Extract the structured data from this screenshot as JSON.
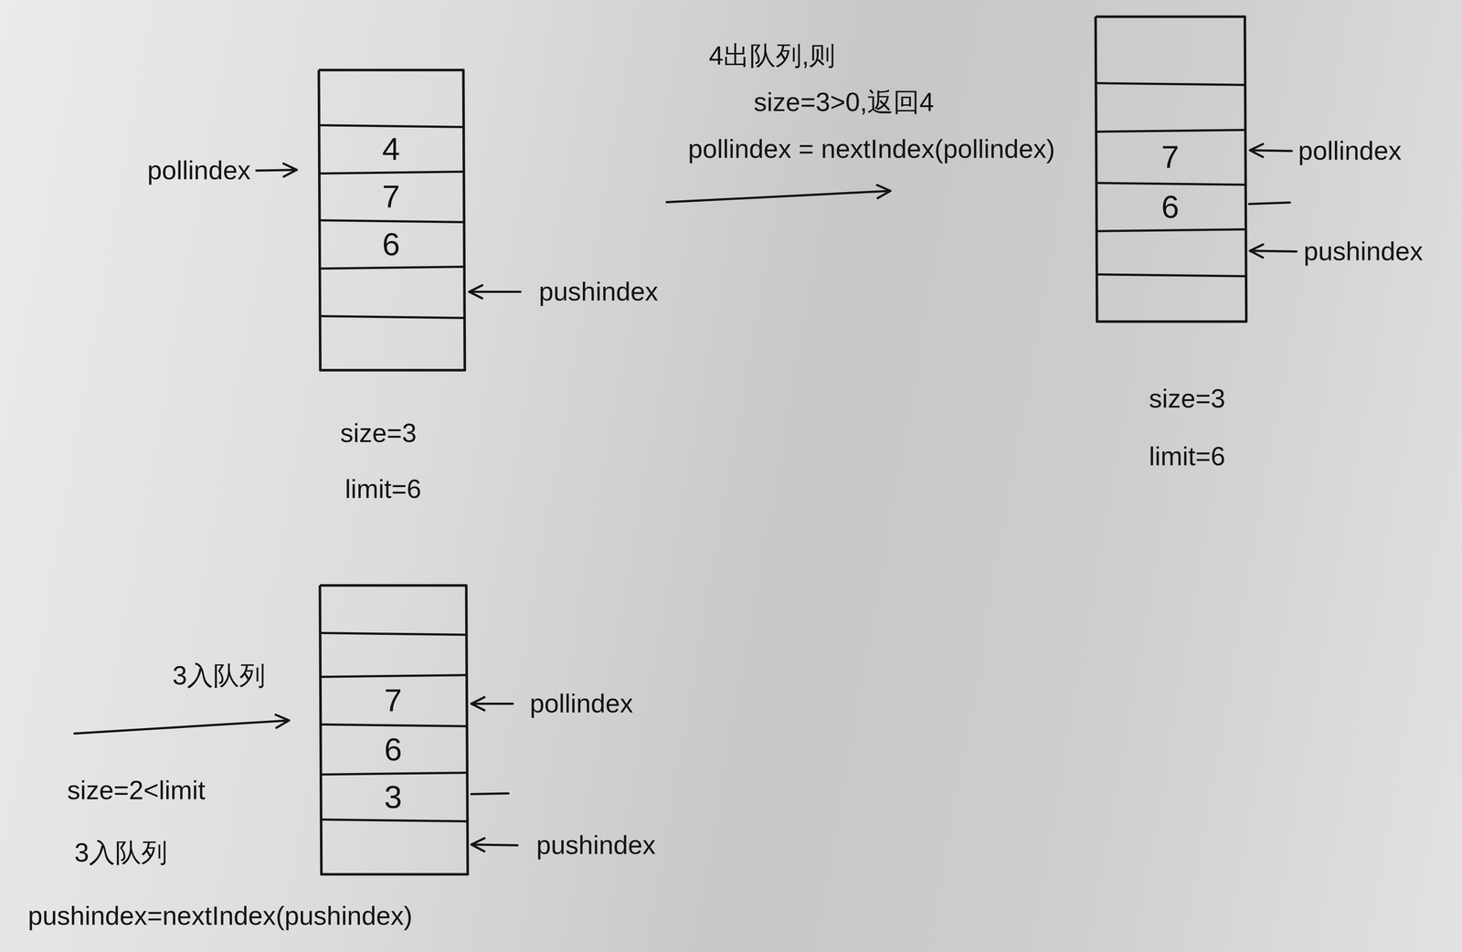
{
  "diagram": {
    "nodes": [
      {
        "text": [
          "4"
        ]
      },
      {
        "text": [
          "7"
        ]
      },
      {
        "text": [
          "6"
        ]
      },
      {
        "text": [
          "7"
        ]
      },
      {
        "text": [
          "6"
        ]
      },
      {
        "text": [
          "7"
        ]
      },
      {
        "text": [
          "6"
        ]
      },
      {
        "text": [
          "3"
        ]
      }
    ],
    "labels": [
      "pollindex",
      "pushindex",
      "size=3",
      "limit=6",
      "4出队列,则",
      "size=3>0,返回4",
      "pollindex = nextIndex(pollindex)",
      "pollindex",
      "pushindex",
      "size=3",
      "limit=6",
      "3入队列",
      "size=2<limit",
      "3入队列",
      "pushindex=nextIndex(pushindex)",
      "pollindex",
      "pushindex"
    ]
  }
}
